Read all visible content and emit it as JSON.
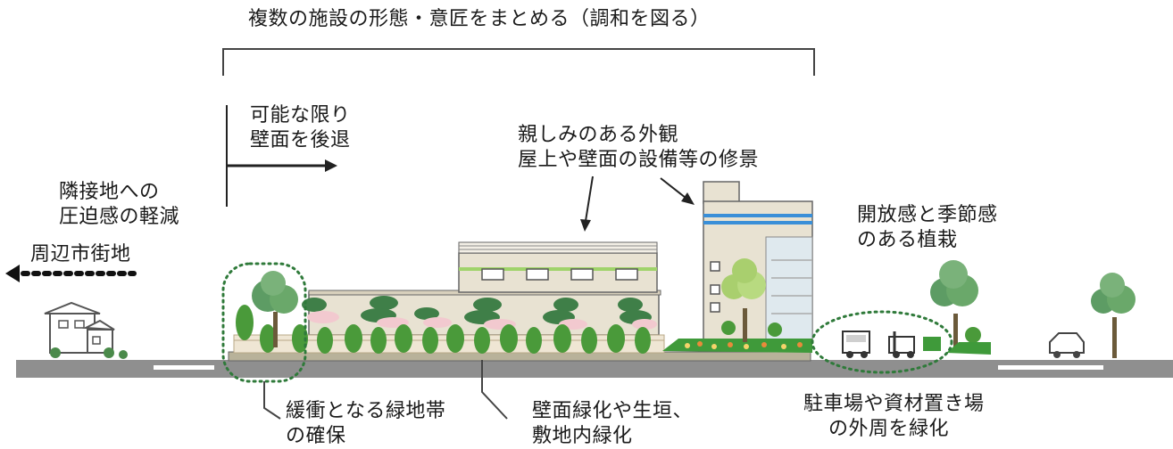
{
  "title": "複数の施設の形態・意匠をまとめる（調和を図る）",
  "labels": {
    "setback": [
      "可能な限り",
      "壁面を後退"
    ],
    "facade": [
      "親しみのある外観",
      "屋上や壁面の設備等の修景"
    ],
    "neighbor": [
      "隣接地への",
      "圧迫感の軽減"
    ],
    "surrounding": "周辺市街地",
    "planting": [
      "開放感と季節感",
      "のある植栽"
    ],
    "buffer": [
      "緩衝となる緑地帯",
      "の確保"
    ],
    "wall_green": [
      "壁面緑化や生垣、",
      "敷地内緑化"
    ],
    "parking": [
      "駐車場や資材置き場",
      "の外周を緑化"
    ]
  },
  "colors": {
    "road": "#8f8f8f",
    "road_marking": "#ffffff",
    "building_wall": "#e8e2d2",
    "building_outline": "#666666",
    "accent_green_band": "#9fd36a",
    "accent_blue_band": "#3a8fd8",
    "tree_dark": "#3f8a4a",
    "tree_light": "#a9cf6e",
    "tree_canopy": "#5d9c64",
    "pink_bloom": "#f2c9cf",
    "lawn": "#3f9a3a",
    "dotted_circle": "#2f7a3a",
    "hedge": "#4a9a3a",
    "fence": "#c8b89a"
  },
  "icons": [
    "house-icon",
    "truck-icon",
    "forklift-icon",
    "car-icon",
    "tree-icon",
    "arrow-right-icon",
    "arrow-left-icon",
    "arrow-down-icon"
  ]
}
